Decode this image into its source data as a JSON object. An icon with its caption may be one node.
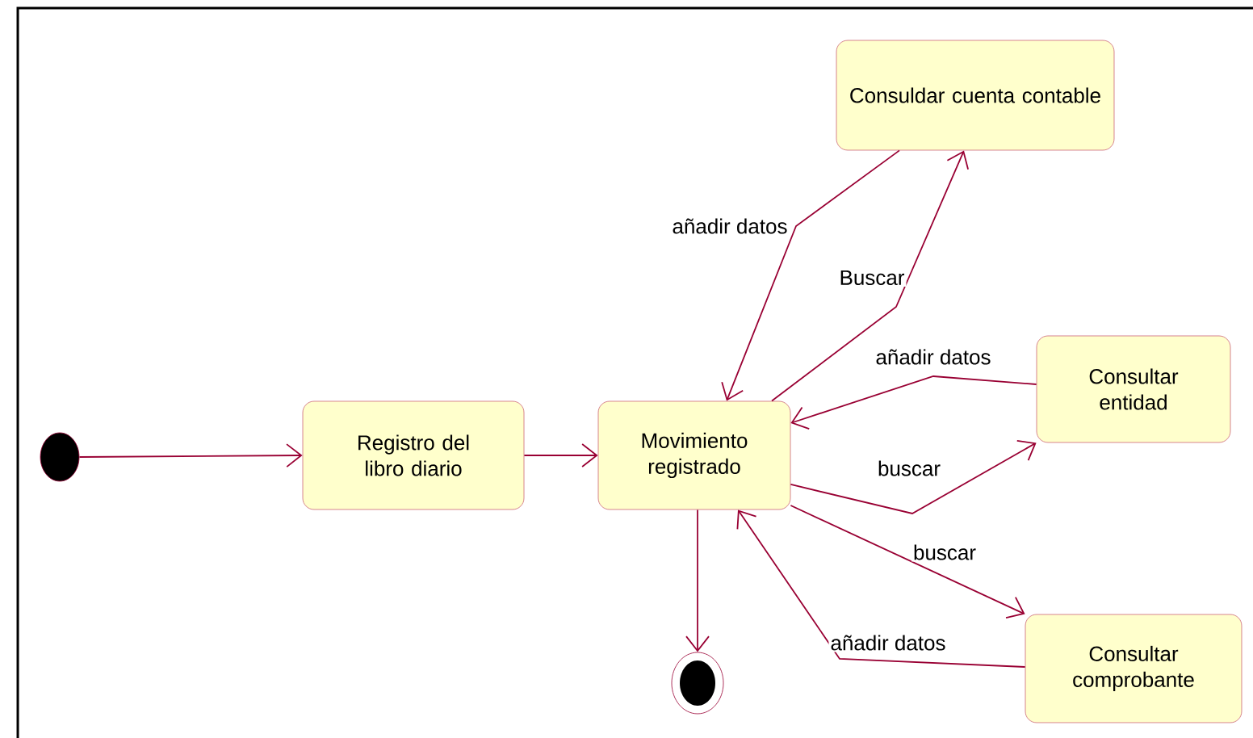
{
  "diagram": {
    "nodes": [
      {
        "text": [],
        "shape": "circle"
      },
      {
        "text": [
          "Registro del libro diario"
        ]
      },
      {
        "text": [
          "Movimiento registrado"
        ]
      },
      {
        "text": [
          "Consuldar cuenta contable"
        ]
      },
      {
        "text": [
          "Consultar entidad"
        ]
      },
      {
        "text": [
          "Consultar comprobante"
        ]
      },
      {
        "text": [],
        "shape": "bullseye"
      }
    ],
    "edges": [
      {
        "from": 0,
        "to": 1,
        "arrow": "to"
      },
      {
        "from": 1,
        "to": 2,
        "arrow": "to"
      },
      {
        "from": 3,
        "to": 2,
        "arrow": "to",
        "label": "añadir datos"
      },
      {
        "from": 2,
        "to": 3,
        "arrow": "to",
        "label": "Buscar"
      },
      {
        "from": 4,
        "to": 2,
        "arrow": "to",
        "label": "añadir datos"
      },
      {
        "from": 2,
        "to": 4,
        "arrow": "to",
        "label": "buscar"
      },
      {
        "from": 2,
        "to": 5,
        "arrow": "to",
        "label": "buscar"
      },
      {
        "from": 5,
        "to": 2,
        "arrow": "to",
        "label": "añadir datos"
      },
      {
        "from": 2,
        "to": 6,
        "arrow": "to"
      }
    ]
  }
}
